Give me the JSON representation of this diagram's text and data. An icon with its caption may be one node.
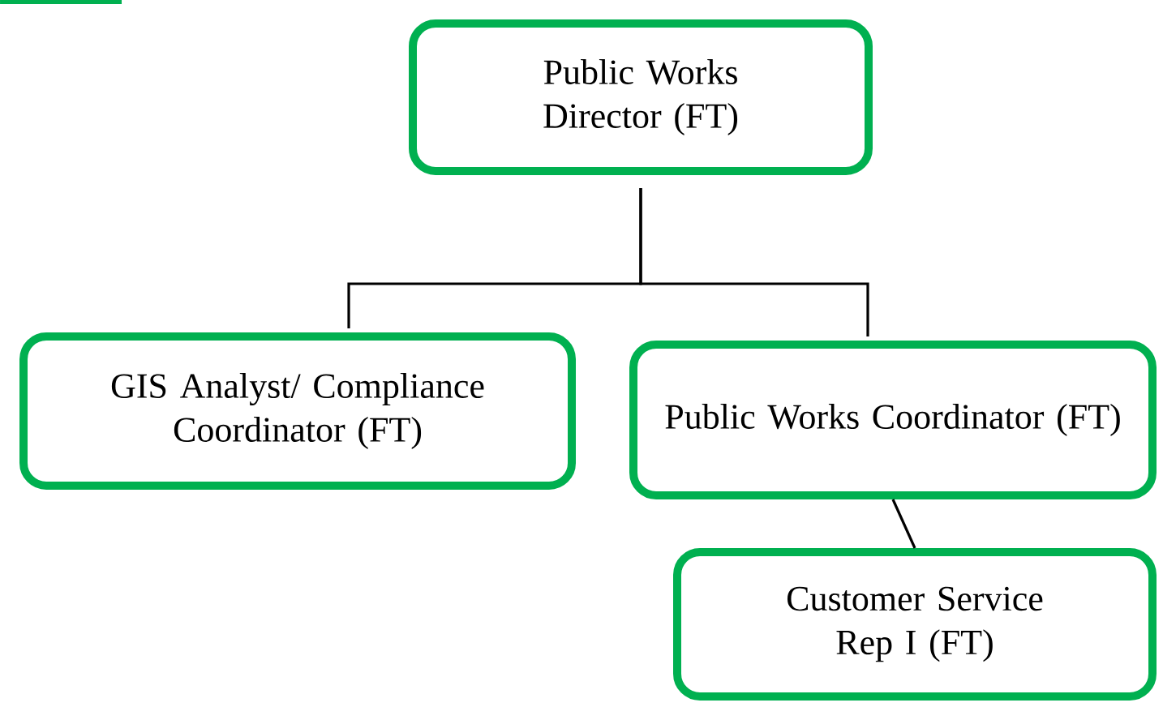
{
  "diagram": {
    "nodes": [
      {
        "text": [
          "Public Works Director (FT)"
        ]
      },
      {
        "text": [
          "GIS Analyst/ Compliance Coordinator (FT)"
        ]
      },
      {
        "text": [
          "Public Works Coordinator (FT)"
        ]
      },
      {
        "text": [
          "Customer Service Rep I (FT)"
        ]
      }
    ],
    "edges": [
      {
        "from": 0,
        "to": 1,
        "arrow": "none"
      },
      {
        "from": 0,
        "to": 2,
        "arrow": "none"
      },
      {
        "from": 2,
        "to": 3,
        "arrow": "none"
      }
    ]
  }
}
